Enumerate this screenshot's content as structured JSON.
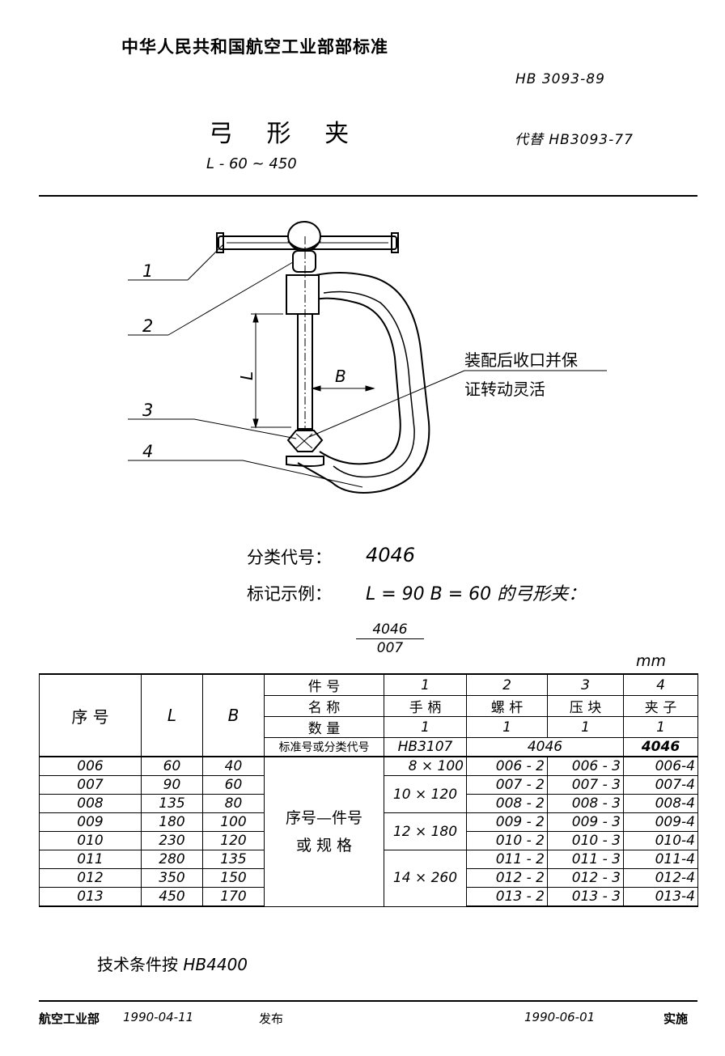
{
  "header": {
    "organization": "中华人民共和国航空工业部部标准",
    "standard_number": "HB 3093-89",
    "title": "弓 形 夹",
    "subtitle": "L - 60 ~ 450",
    "replaces": "代替 HB3093-77"
  },
  "drawing": {
    "callouts": [
      "1",
      "2",
      "3",
      "4"
    ],
    "dim_L": "L",
    "dim_B": "B",
    "note_line1": "装配后收口并保",
    "note_line2": "证转动灵活"
  },
  "classification": {
    "label": "分类代号：",
    "value": "4046"
  },
  "marking_example": {
    "label": "标记示例：",
    "text": "L = 90  B = 60  的弓形夹：",
    "numerator": "4046",
    "denominator": "007"
  },
  "unit": "mm",
  "table": {
    "col_seq": "序 号",
    "col_L": "L",
    "col_B": "B",
    "row_labels": [
      "件 号",
      "名 称",
      "数 量",
      "标准号或分类代号"
    ],
    "part_no": [
      "1",
      "2",
      "3",
      "4"
    ],
    "part_names": [
      "手 柄",
      "螺 杆",
      "压 块",
      "夹 子"
    ],
    "quantities": [
      "1",
      "1",
      "1",
      "1"
    ],
    "std_codes": [
      "HB3107",
      "4046",
      "4046"
    ],
    "spec_label": "序号—件号\n或 规 格",
    "handle_specs": [
      "8 × 100",
      "10 × 120",
      "12 × 180",
      "14 × 260"
    ],
    "rows": [
      {
        "seq": "006",
        "L": "60",
        "B": "40",
        "p2": "006 - 2",
        "p3": "006 - 3",
        "p4": "006-4"
      },
      {
        "seq": "007",
        "L": "90",
        "B": "60",
        "p2": "007 - 2",
        "p3": "007 - 3",
        "p4": "007-4"
      },
      {
        "seq": "008",
        "L": "135",
        "B": "80",
        "p2": "008 - 2",
        "p3": "008 - 3",
        "p4": "008-4"
      },
      {
        "seq": "009",
        "L": "180",
        "B": "100",
        "p2": "009 - 2",
        "p3": "009 - 3",
        "p4": "009-4"
      },
      {
        "seq": "010",
        "L": "230",
        "B": "120",
        "p2": "010 - 2",
        "p3": "010 - 3",
        "p4": "010-4"
      },
      {
        "seq": "011",
        "L": "280",
        "B": "135",
        "p2": "011 - 2",
        "p3": "011 - 3",
        "p4": "011-4"
      },
      {
        "seq": "012",
        "L": "350",
        "B": "150",
        "p2": "012 - 2",
        "p3": "012 - 3",
        "p4": "012-4"
      },
      {
        "seq": "013",
        "L": "450",
        "B": "170",
        "p2": "013 - 2",
        "p3": "013 - 3",
        "p4": "013-4"
      }
    ]
  },
  "tech_condition": {
    "label": "技术条件按",
    "value": "HB4400"
  },
  "footer": {
    "issuer": "航空工业部",
    "issue_date": "1990-04-11",
    "issue_word": "发布",
    "effective_date": "1990-06-01",
    "effective_word": "实施"
  }
}
